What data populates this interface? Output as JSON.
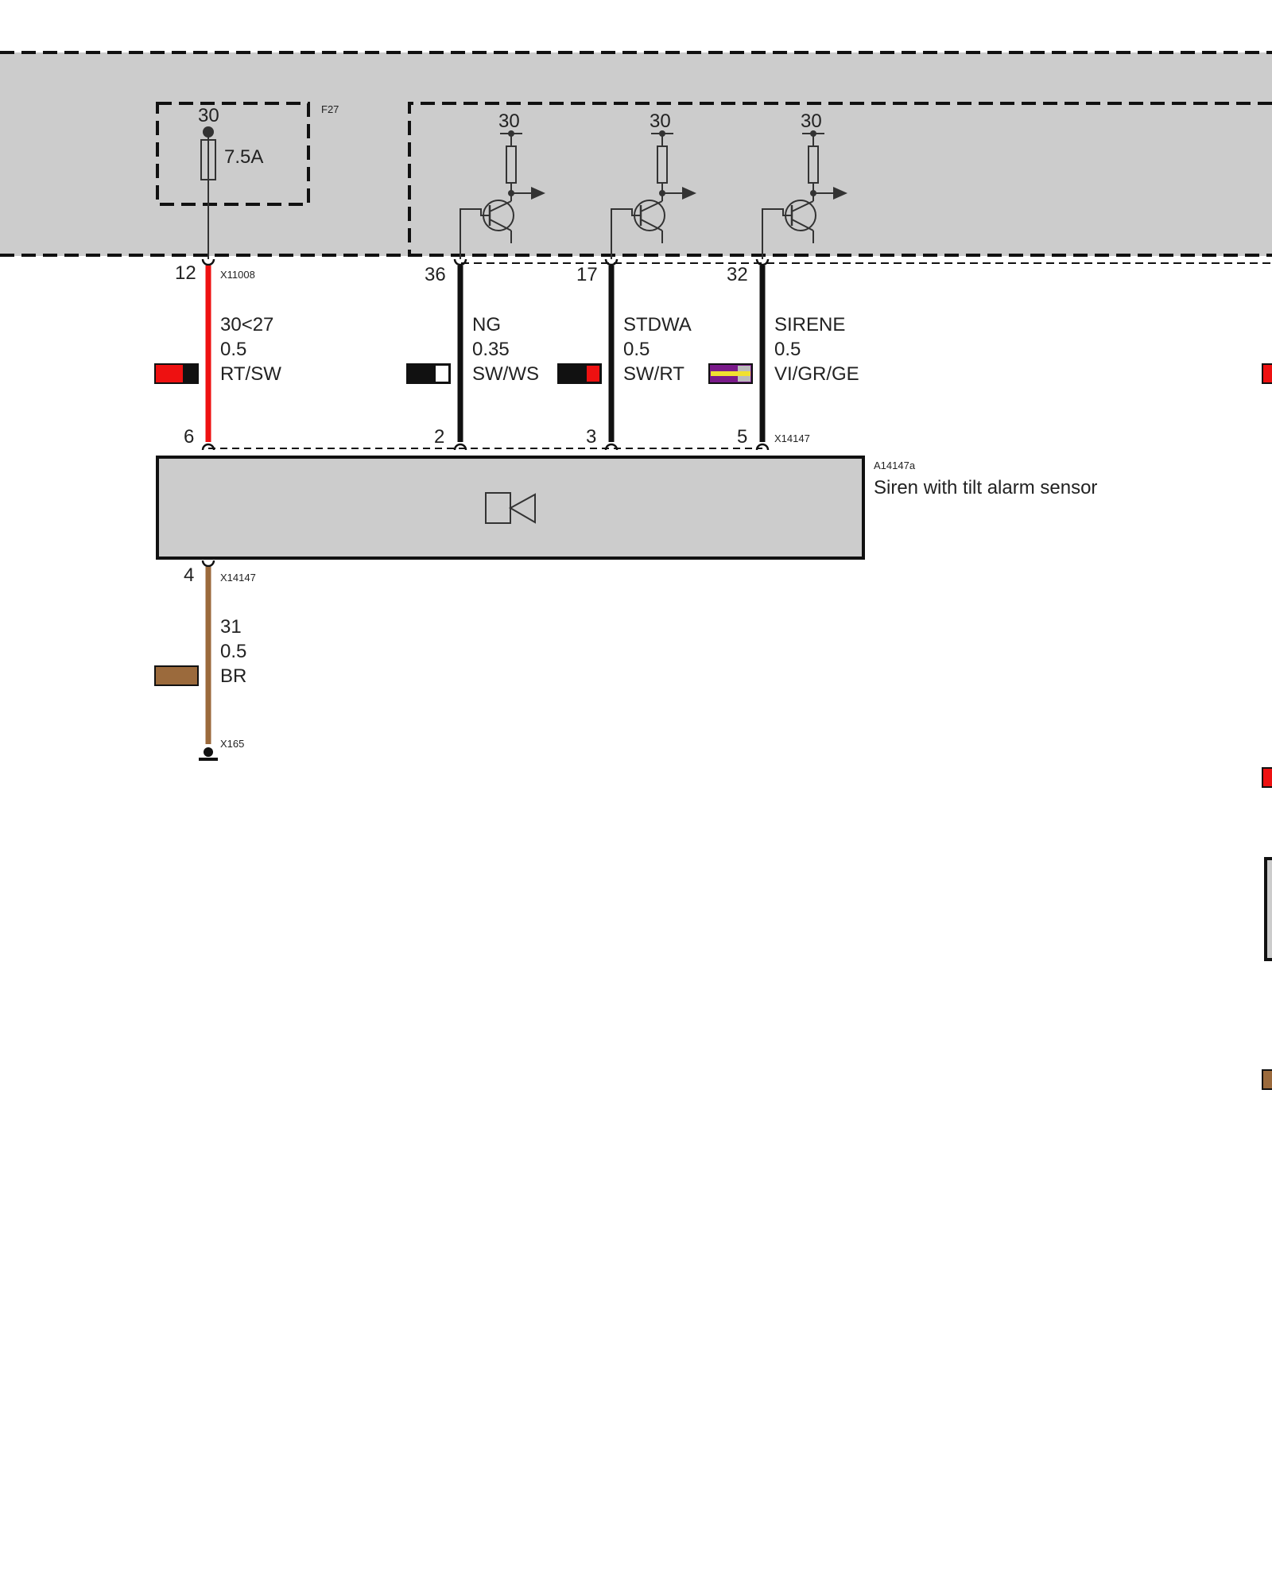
{
  "fuse": {
    "id": "F27",
    "terminal": "30",
    "rating": "7.5A"
  },
  "transistors": [
    {
      "terminal": "30"
    },
    {
      "terminal": "30"
    },
    {
      "terminal": "30"
    }
  ],
  "connectors": {
    "top_fuse": "X11008",
    "siren": "X14147",
    "siren_ground": "X14147",
    "ground": "X165"
  },
  "wires": [
    {
      "pin_top": "12",
      "pin_bottom": "6",
      "signal": "30<27",
      "gauge": "0.5",
      "color_code": "RT/SW",
      "color_main": "#ee1111",
      "color_stripe": "#111111"
    },
    {
      "pin_top": "36",
      "pin_bottom": "2",
      "signal": "NG",
      "gauge": "0.35",
      "color_code": "SW/WS",
      "color_main": "#111111",
      "color_stripe": "#ffffff"
    },
    {
      "pin_top": "17",
      "pin_bottom": "3",
      "signal": "STDWA",
      "gauge": "0.5",
      "color_code": "SW/RT",
      "color_main": "#111111",
      "color_stripe": "#ee1111"
    },
    {
      "pin_top": "32",
      "pin_bottom": "5",
      "signal": "SIRENE",
      "gauge": "0.5",
      "color_code": "VI/GR/GE",
      "color_main": "#7a1a8a",
      "color_stripe": "#f0e030"
    }
  ],
  "ground_wire": {
    "pin": "4",
    "signal": "31",
    "gauge": "0.5",
    "color_code": "BR",
    "color_main": "#9b6a3c"
  },
  "component": {
    "id": "A14147a",
    "name": "Siren with tilt alarm sensor",
    "icon": "speaker-icon"
  },
  "colors": {
    "module_fill": "#cccccc",
    "wire_black": "#111111",
    "wire_red": "#ee1111",
    "wire_brown": "#9b6a3c"
  }
}
